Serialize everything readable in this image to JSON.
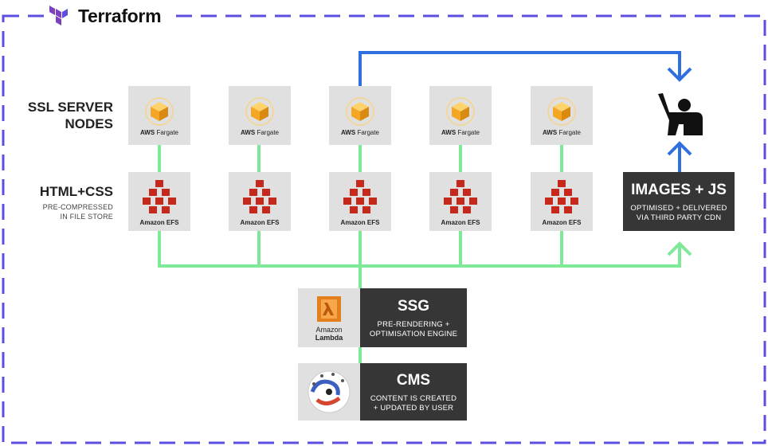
{
  "brand": {
    "name": "Terraform"
  },
  "rows": {
    "ssl": {
      "title_line1": "SSL SERVER",
      "title_line2": "NODES"
    },
    "html": {
      "title": "HTML+CSS",
      "sub_line1": "PRE-COMPRESSED",
      "sub_line2": "IN FILE STORE"
    }
  },
  "fargate_label_bold": "AWS",
  "fargate_label": "Fargate",
  "efs_label": "Amazon EFS",
  "images_box": {
    "title": "IMAGES + JS",
    "sub_line1": "OPTIMISED + DELIVERED",
    "sub_line2": "VIA THIRD PARTY CDN"
  },
  "ssg_box": {
    "title": "SSG",
    "sub_line1": "PRE-RENDERING +",
    "sub_line2": "OPTIMISATION ENGINE"
  },
  "cms_box": {
    "title": "CMS",
    "sub_line1": "CONTENT IS CREATED",
    "sub_line2": "+ UPDATED BY USER"
  },
  "lambda_label": {
    "line1": "Amazon",
    "line2": "Lambda"
  },
  "colors": {
    "border_dash": "#5b4ee0",
    "terraform": "#7b42bc",
    "green_line": "#7eea98",
    "blue_line": "#2f6fe0",
    "dark_box": "#363636",
    "tile": "#e0e0e0",
    "fargate_orange": "#f5a623",
    "efs_red": "#c7281c"
  },
  "icons": [
    "terraform-logo-icon",
    "aws-fargate-icon",
    "amazon-efs-icon",
    "user-raising-hand-icon",
    "amazon-lambda-icon",
    "cms-logo-icon"
  ]
}
